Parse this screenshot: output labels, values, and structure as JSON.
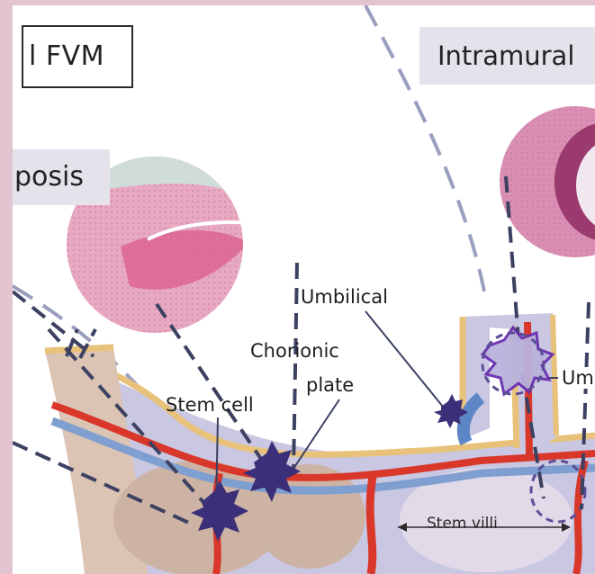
{
  "boxes": {
    "fvm": "l FVM",
    "apoptosis": "posis",
    "intramural": "Intramural"
  },
  "labels": {
    "umbilical": "Umbilical",
    "chorionic": "Chorionic",
    "plate": "plate",
    "stem_cell": "Stem cell",
    "um": "Um",
    "stem_villi": "Stem villi"
  },
  "colors": {
    "frame": "#e3c4d1",
    "dashed_line": "#9a9fc0",
    "lesion": "#3a2f78",
    "artery": "#d9372a",
    "vein": "#7f9fd0",
    "villus": "#cdb3a4",
    "membrane": "#e8c27a"
  }
}
